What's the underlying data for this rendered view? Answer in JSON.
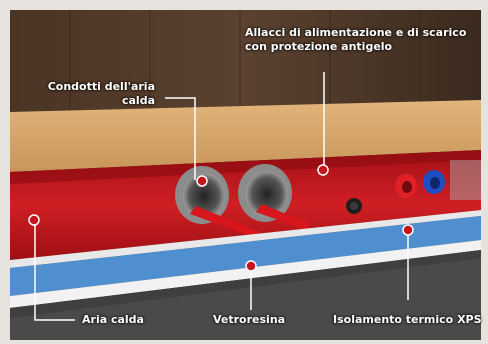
{
  "labels": {
    "supply_connections": "Allacci di alimentazione e di scarico con protezione antigelo",
    "warm_air_ducts": "Condotti dell'aria calda",
    "warm_air": "Aria calda",
    "fiberglass": "Vetroresina",
    "xps_insulation": "Isolamento termico XPS"
  },
  "colors": {
    "background_wood": "#3a2a1e",
    "floor_board": "#d8a96e",
    "red_cavity": "#c4161c",
    "blue_layer": "#4f8fd0",
    "white_layer": "#f2f2f2",
    "asphalt": "#4a4a4a",
    "frame": "#e6e2dd",
    "marker": "#c4161c"
  }
}
